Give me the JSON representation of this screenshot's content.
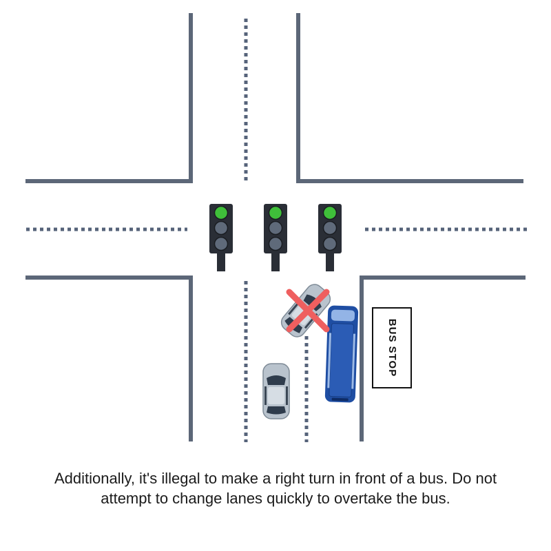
{
  "colors": {
    "road_edge": "#5c6778",
    "lane_marking": "#56637a",
    "light_housing": "#2a2e36",
    "light_green": "#3fbf3a",
    "light_off": "#5f6a7a",
    "bus_body": "#1f4ea3",
    "car_body": "#b9c3cd",
    "cross_mark": "#ef5f5f"
  },
  "traffic_lights": [
    {
      "name": "traffic-light-left",
      "active": "green"
    },
    {
      "name": "traffic-light-center",
      "active": "green"
    },
    {
      "name": "traffic-light-right",
      "active": "green"
    }
  ],
  "sign": {
    "text": "BUS STOP"
  },
  "vehicles": [
    {
      "name": "bus",
      "type": "bus",
      "icon": "bus-icon"
    },
    {
      "name": "turning-car",
      "type": "car",
      "icon": "car-icon",
      "status": "illegal-turn"
    },
    {
      "name": "following-car",
      "type": "car",
      "icon": "car-icon"
    }
  ],
  "caption": "Additionally, it's illegal to make a right turn in front of a bus. Do not attempt to change lanes quickly to overtake the bus."
}
